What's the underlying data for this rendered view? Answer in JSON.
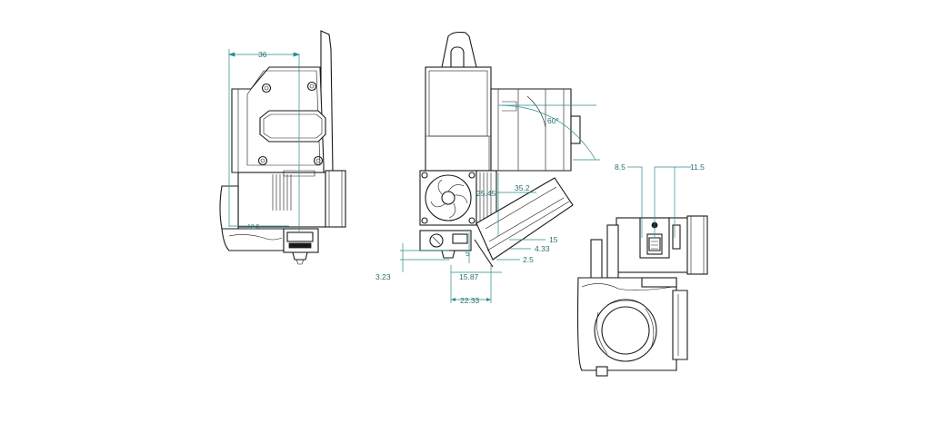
{
  "colors": {
    "line": "#1a1a1a",
    "dimension": "#2a8c8c",
    "dimension_text": "#2a7070",
    "background": "#ffffff"
  },
  "views": {
    "side": {
      "dimensions": {
        "width_36": "36",
        "small_label": "12.5"
      }
    },
    "front": {
      "dimensions": {
        "angle": "60°",
        "d_35_2": "35.2",
        "d_25_45": "25.45",
        "d_15": "15",
        "d_4_33": "4.33",
        "d_2_5": "2.5",
        "d_5": "5",
        "d_3_23": "3.23",
        "d_15_87": "15.87",
        "d_22_33": "22.33"
      }
    },
    "top": {
      "dimensions": {
        "d_8_5": "8.5",
        "d_11_5": "11.5"
      }
    }
  }
}
